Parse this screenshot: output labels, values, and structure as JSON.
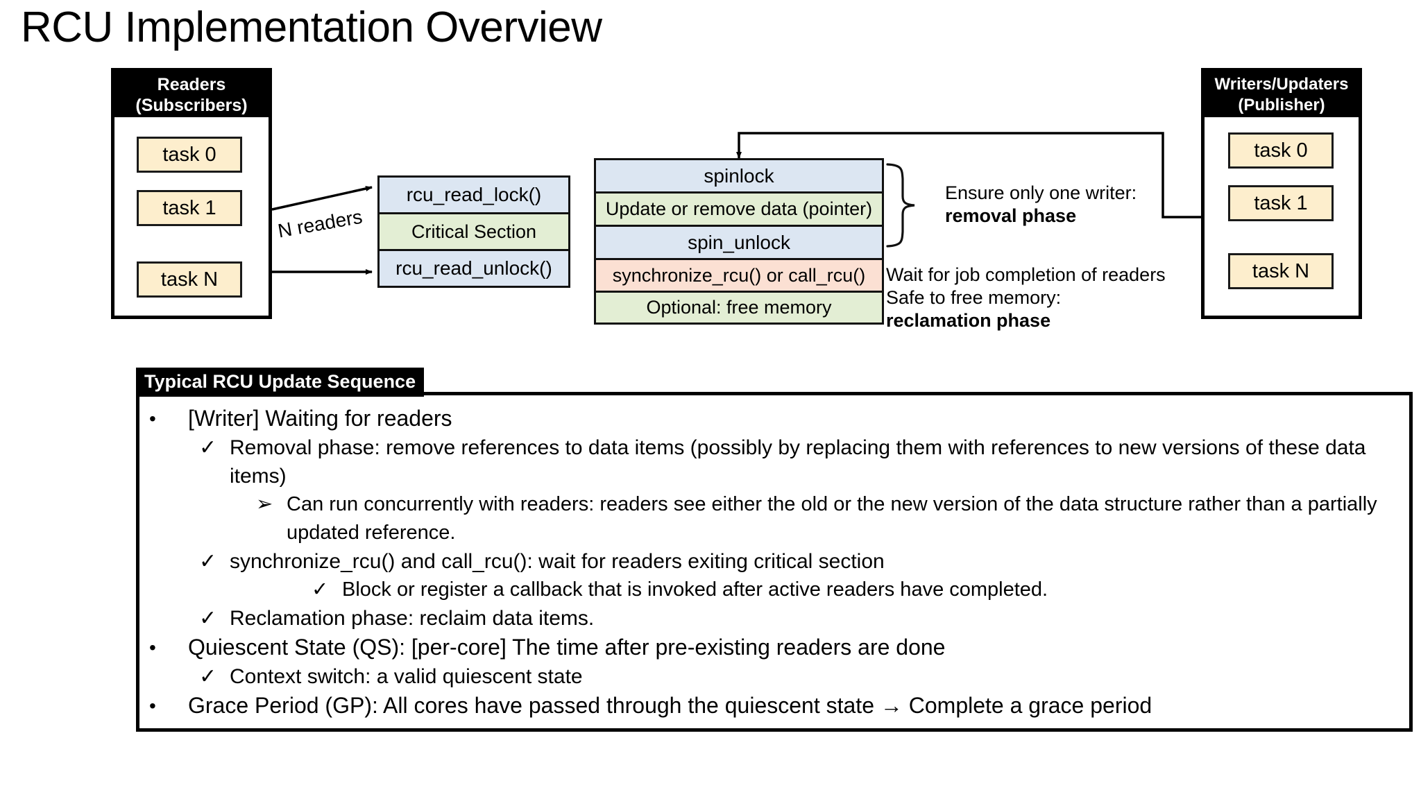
{
  "title": "RCU Implementation Overview",
  "readers_panel": {
    "header_line1": "Readers",
    "header_line2": "(Subscribers)",
    "tasks": [
      "task 0",
      "task 1",
      "task N"
    ]
  },
  "writers_panel": {
    "header_line1": "Writers/Updaters",
    "header_line2": "(Publisher)",
    "tasks": [
      "task 0",
      "task 1",
      "task N"
    ]
  },
  "reader_stack": {
    "rows": [
      {
        "label": "rcu_read_lock()",
        "color": "#dce6f2"
      },
      {
        "label": "Critical Section",
        "color": "#e3eed4"
      },
      {
        "label": "rcu_read_unlock()",
        "color": "#dce6f2"
      }
    ]
  },
  "writer_stack": {
    "rows": [
      {
        "label": "spinlock",
        "color": "#dce6f2"
      },
      {
        "label": "Update or remove data (pointer)",
        "color": "#e3eed4"
      },
      {
        "label": "spin_unlock",
        "color": "#dce6f2"
      },
      {
        "label": "synchronize_rcu() or call_rcu()",
        "color": "#fbe0d3"
      },
      {
        "label": "Optional: free memory",
        "color": "#e3eed4"
      }
    ]
  },
  "edge_labels": {
    "n_readers": "N readers"
  },
  "annotations": {
    "removal_line1": "Ensure only one writer:",
    "removal_line2": "removal phase",
    "reclaim_line1": "Wait for job completion of readers",
    "reclaim_line2": "Safe to free memory:",
    "reclaim_line3": "reclamation phase"
  },
  "sequence": {
    "title": "Typical RCU Update Sequence",
    "items": [
      {
        "level": 1,
        "marker": "•",
        "text": "[Writer] Waiting for readers"
      },
      {
        "level": 2,
        "marker": "✓",
        "text": "Removal phase: remove references to data items (possibly by replacing them with references to new versions of these data items)"
      },
      {
        "level": 3,
        "marker": "➢",
        "text": "Can run concurrently with readers: readers see either the old or the new version of the data structure rather than a partially updated reference."
      },
      {
        "level": 2,
        "marker": "✓",
        "text": "synchronize_rcu() and call_rcu(): wait for readers exiting critical section"
      },
      {
        "level": 4,
        "marker": "✓",
        "text": "Block or register a callback that is invoked after active readers have completed."
      },
      {
        "level": 2,
        "marker": "✓",
        "text": "Reclamation phase: reclaim data items."
      },
      {
        "level": 1,
        "marker": "•",
        "text": "Quiescent State (QS): [per-core] The time after pre-existing readers are done"
      },
      {
        "level": 2,
        "marker": "✓",
        "text": "Context switch: a valid quiescent state"
      },
      {
        "level": 1,
        "marker": "•",
        "text": "Grace Period (GP): All cores have passed through the quiescent state → Complete a grace period"
      }
    ]
  },
  "colors": {
    "blue": "#dce6f2",
    "green": "#e3eed4",
    "peach": "#fbe0d3",
    "task": "#fdeecd",
    "header": "#000000"
  }
}
